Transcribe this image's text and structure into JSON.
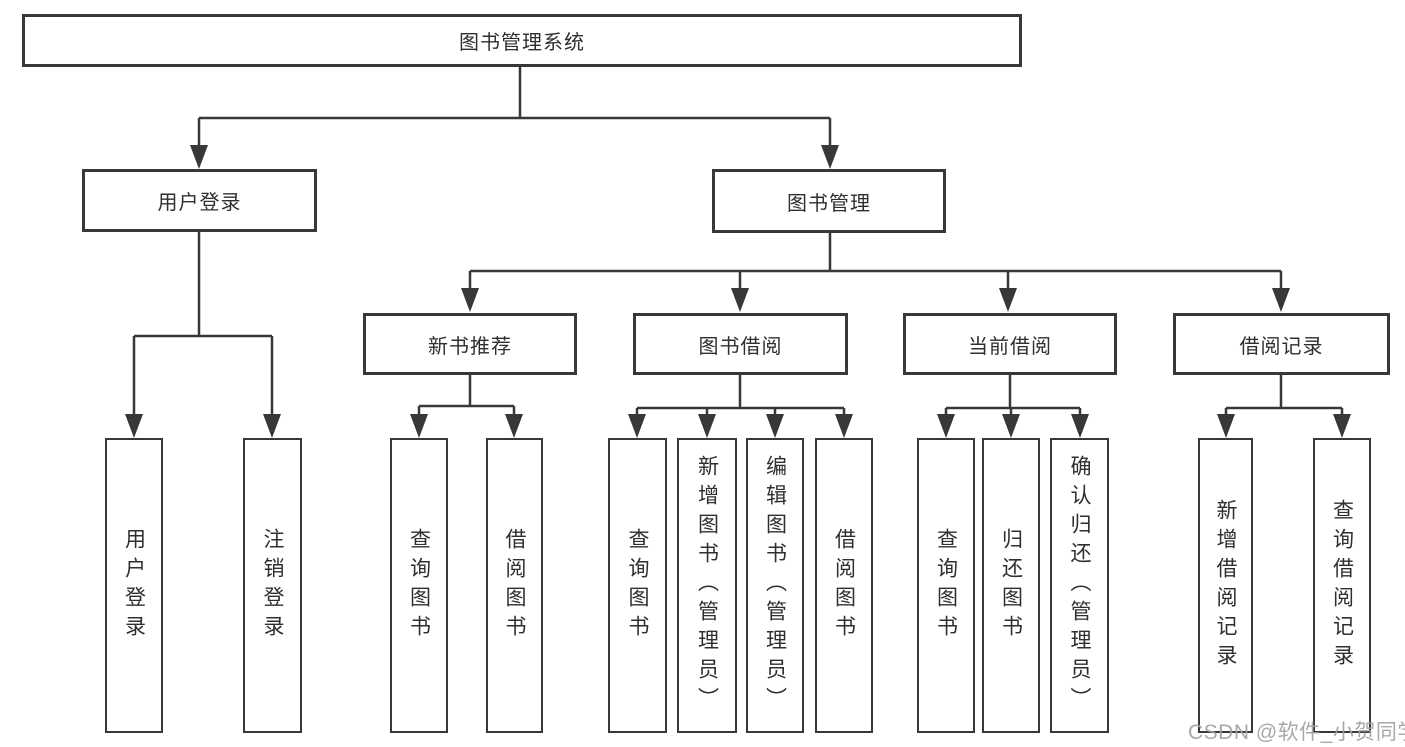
{
  "diagram": {
    "title_hint": "library management system functional structure",
    "colors": {
      "line": "#383838",
      "text": "#2f2f2f",
      "box_bg": "#ffffff",
      "watermark": "#a2a2a2"
    },
    "root": {
      "label": "图书管理系统"
    },
    "branches": [
      {
        "label": "用户登录",
        "children": [
          {
            "label": "用户登录"
          },
          {
            "label": "注销登录"
          }
        ]
      },
      {
        "label": "图书管理",
        "children": [
          {
            "label": "新书推荐",
            "children": [
              {
                "label": "查询图书"
              },
              {
                "label": "借阅图书"
              }
            ]
          },
          {
            "label": "图书借阅",
            "children": [
              {
                "label": "查询图书"
              },
              {
                "label": "新增图书（管理员）"
              },
              {
                "label": "编辑图书（管理员）"
              },
              {
                "label": "借阅图书"
              }
            ]
          },
          {
            "label": "当前借阅",
            "children": [
              {
                "label": "查询图书"
              },
              {
                "label": "归还图书"
              },
              {
                "label": "确认归还（管理员）"
              }
            ]
          },
          {
            "label": "借阅记录",
            "children": [
              {
                "label": "新增借阅记录"
              },
              {
                "label": "查询借阅记录"
              }
            ]
          }
        ]
      }
    ]
  },
  "watermark": {
    "text": "CSDN @软件_小贺同学"
  }
}
